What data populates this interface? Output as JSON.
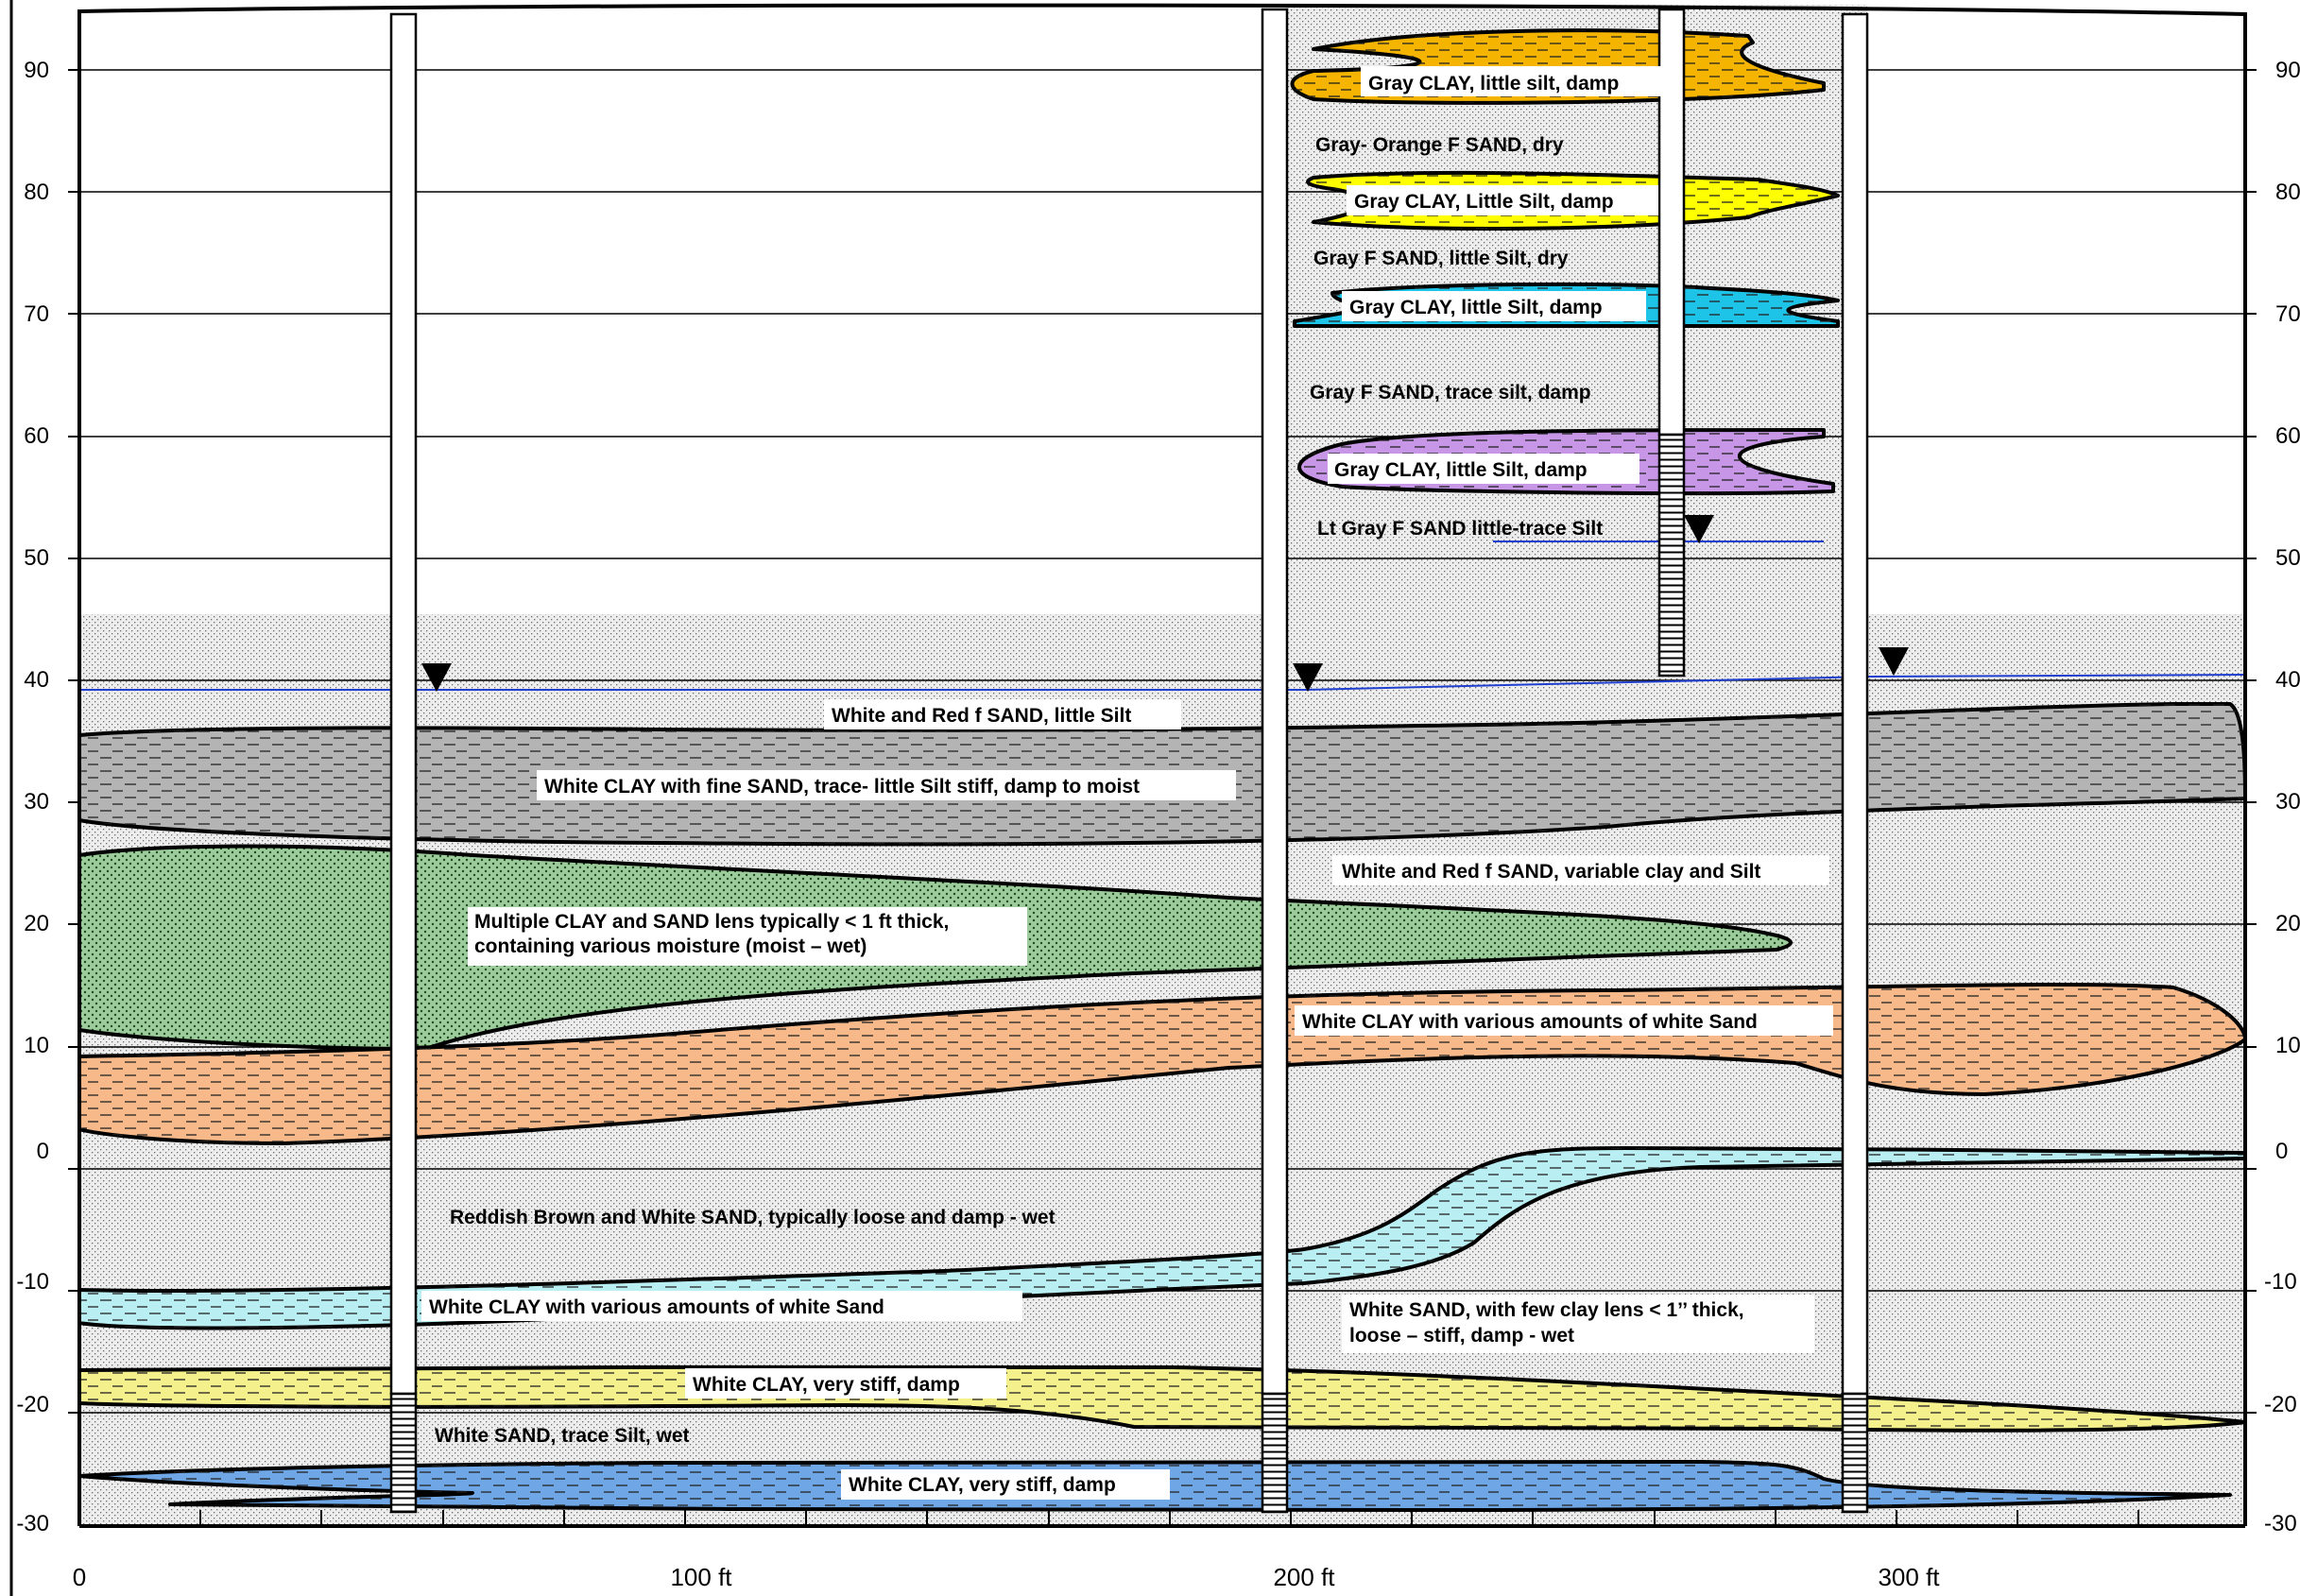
{
  "diagram": {
    "y_axis_left_ticks": [
      "90",
      "80",
      "70",
      "60",
      "50",
      "40",
      "30",
      "20",
      "10",
      "0",
      "-10",
      "-20",
      "-30"
    ],
    "y_axis_right_ticks": [
      "90",
      "80",
      "70",
      "60",
      "50",
      "40",
      "30",
      "20",
      "10",
      "0",
      "-10",
      "-20",
      "-30"
    ],
    "x_axis_ticks": [
      "0",
      "100 ft",
      "200 ft",
      "300 ft"
    ],
    "layers": [
      {
        "id": "gray-clay-1",
        "label": "Gray CLAY, little silt, damp",
        "fill": "#F5B400"
      },
      {
        "id": "gray-orange-sand",
        "label": "Gray- Orange F SAND, dry"
      },
      {
        "id": "gray-clay-2",
        "label": "Gray CLAY, Little Silt, damp",
        "fill": "#FFFF00"
      },
      {
        "id": "gray-f-sand-dry",
        "label": "Gray F SAND, little Silt, dry"
      },
      {
        "id": "gray-clay-3",
        "label": "Gray CLAY, little Silt, damp",
        "fill": "#1EC3E8"
      },
      {
        "id": "gray-f-sand-damp",
        "label": "Gray F SAND, trace silt, damp"
      },
      {
        "id": "gray-clay-4",
        "label": "Gray  CLAY, little Silt, damp",
        "fill": "#C896E6"
      },
      {
        "id": "lt-gray-sand",
        "label": "Lt Gray F SAND little-trace Silt"
      },
      {
        "id": "white-red-sand",
        "label": "White and Red f SAND, little Silt"
      },
      {
        "id": "white-clay-fine-sand",
        "label": "White CLAY with fine SAND, trace- little Silt stiff, damp to moist",
        "fill": "#B4B4B4"
      },
      {
        "id": "white-red-sand-variable",
        "label": "White and Red f SAND, variable clay and Silt"
      },
      {
        "id": "multiple-lens",
        "label_lines": [
          "Multiple CLAY and SAND lens typically < 1 ft thick,",
          "containing various moisture (moist – wet)"
        ],
        "fill": "#9CCB9C"
      },
      {
        "id": "white-clay-various-upper",
        "label": "White CLAY with various amounts of white Sand",
        "fill": "#F7B98A"
      },
      {
        "id": "reddish-brown-sand",
        "label": "Reddish Brown and White SAND, typically loose and damp - wet"
      },
      {
        "id": "white-clay-various-lower",
        "label": "White CLAY with various amounts of white Sand",
        "fill": "#B9EEF2"
      },
      {
        "id": "white-sand-clay-lens",
        "label_lines": [
          "White SAND, with few clay lens < 1’’ thick,",
          "loose – stiff, damp - wet"
        ]
      },
      {
        "id": "white-clay-very-stiff-upper",
        "label": "White CLAY, very stiff, damp",
        "fill": "#F4F08C"
      },
      {
        "id": "white-sand-trace-silt",
        "label": "White SAND, trace Silt, wet"
      },
      {
        "id": "white-clay-very-stiff-lower",
        "label": "White CLAY, very stiff, damp",
        "fill": "#6FA7E6"
      }
    ],
    "colors": {
      "sand_stipple_bg": "#E6E6E6",
      "water_table_line": "#1F3FD0",
      "gridline": "#000000"
    }
  }
}
